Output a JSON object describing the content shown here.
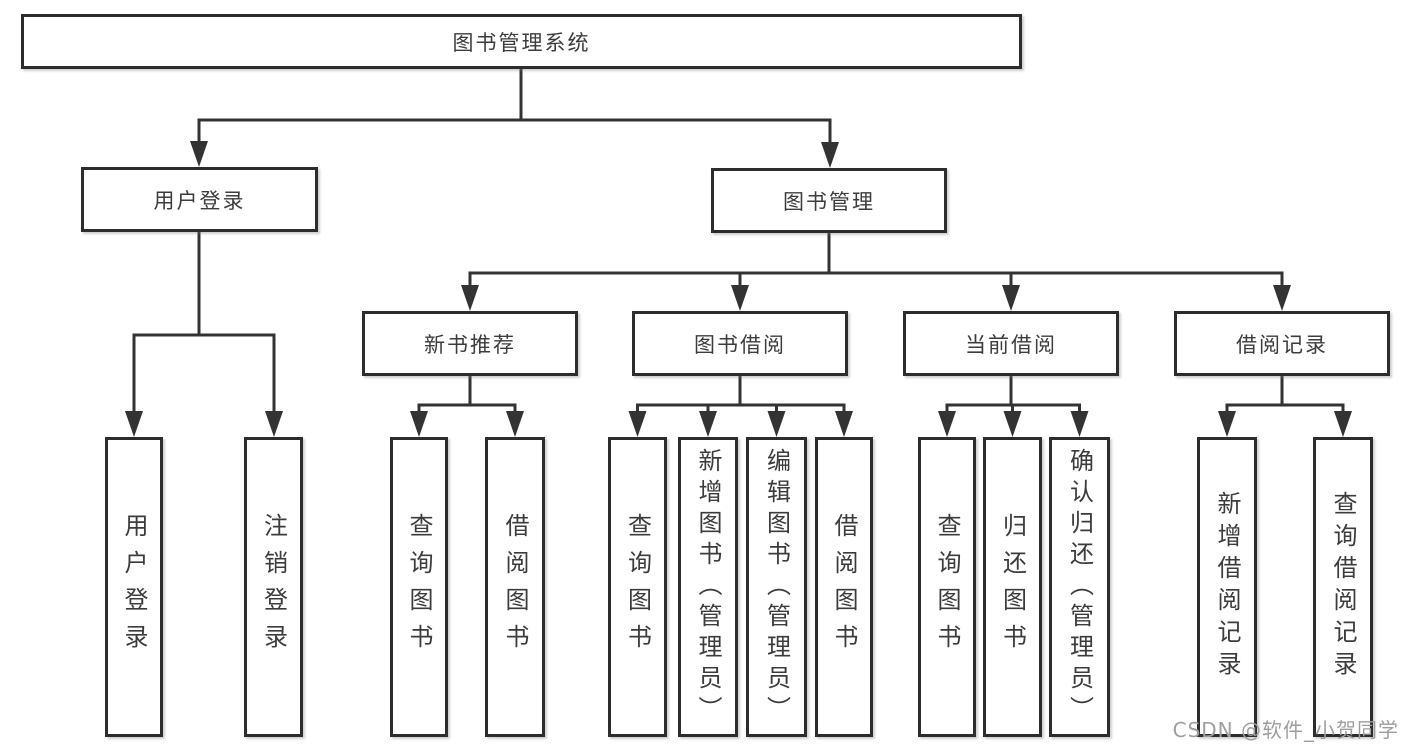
{
  "diagram": {
    "title": "图书管理系统",
    "level2": {
      "user_login": "用户登录",
      "book_management": "图书管理"
    },
    "level3": {
      "new_book_recommend": "新书推荐",
      "book_borrow": "图书借阅",
      "current_borrow": "当前借阅",
      "borrow_records": "借阅记录"
    },
    "leaves": {
      "user_login": "用户登录",
      "logout": "注销登录",
      "nb_query_books": "查询图书",
      "nb_borrow_books": "借阅图书",
      "bb_query_books": "查询图书",
      "bb_add_books_admin": "新增图书（管理员）",
      "bb_edit_books_admin": "编辑图书（管理员）",
      "bb_borrow_books": "借阅图书",
      "cb_query_books": "查询图书",
      "cb_return_books": "归还图书",
      "cb_confirm_return_admin": "确认归还（管理员）",
      "br_add_record": "新增借阅记录",
      "br_query_record": "查询借阅记录"
    },
    "watermark": "CSDN @软件_小贺同学",
    "colors": {
      "border": "#2d2d2d",
      "text": "#3c3c3c",
      "line": "#333333",
      "watermark": "#9e9e9e"
    }
  }
}
